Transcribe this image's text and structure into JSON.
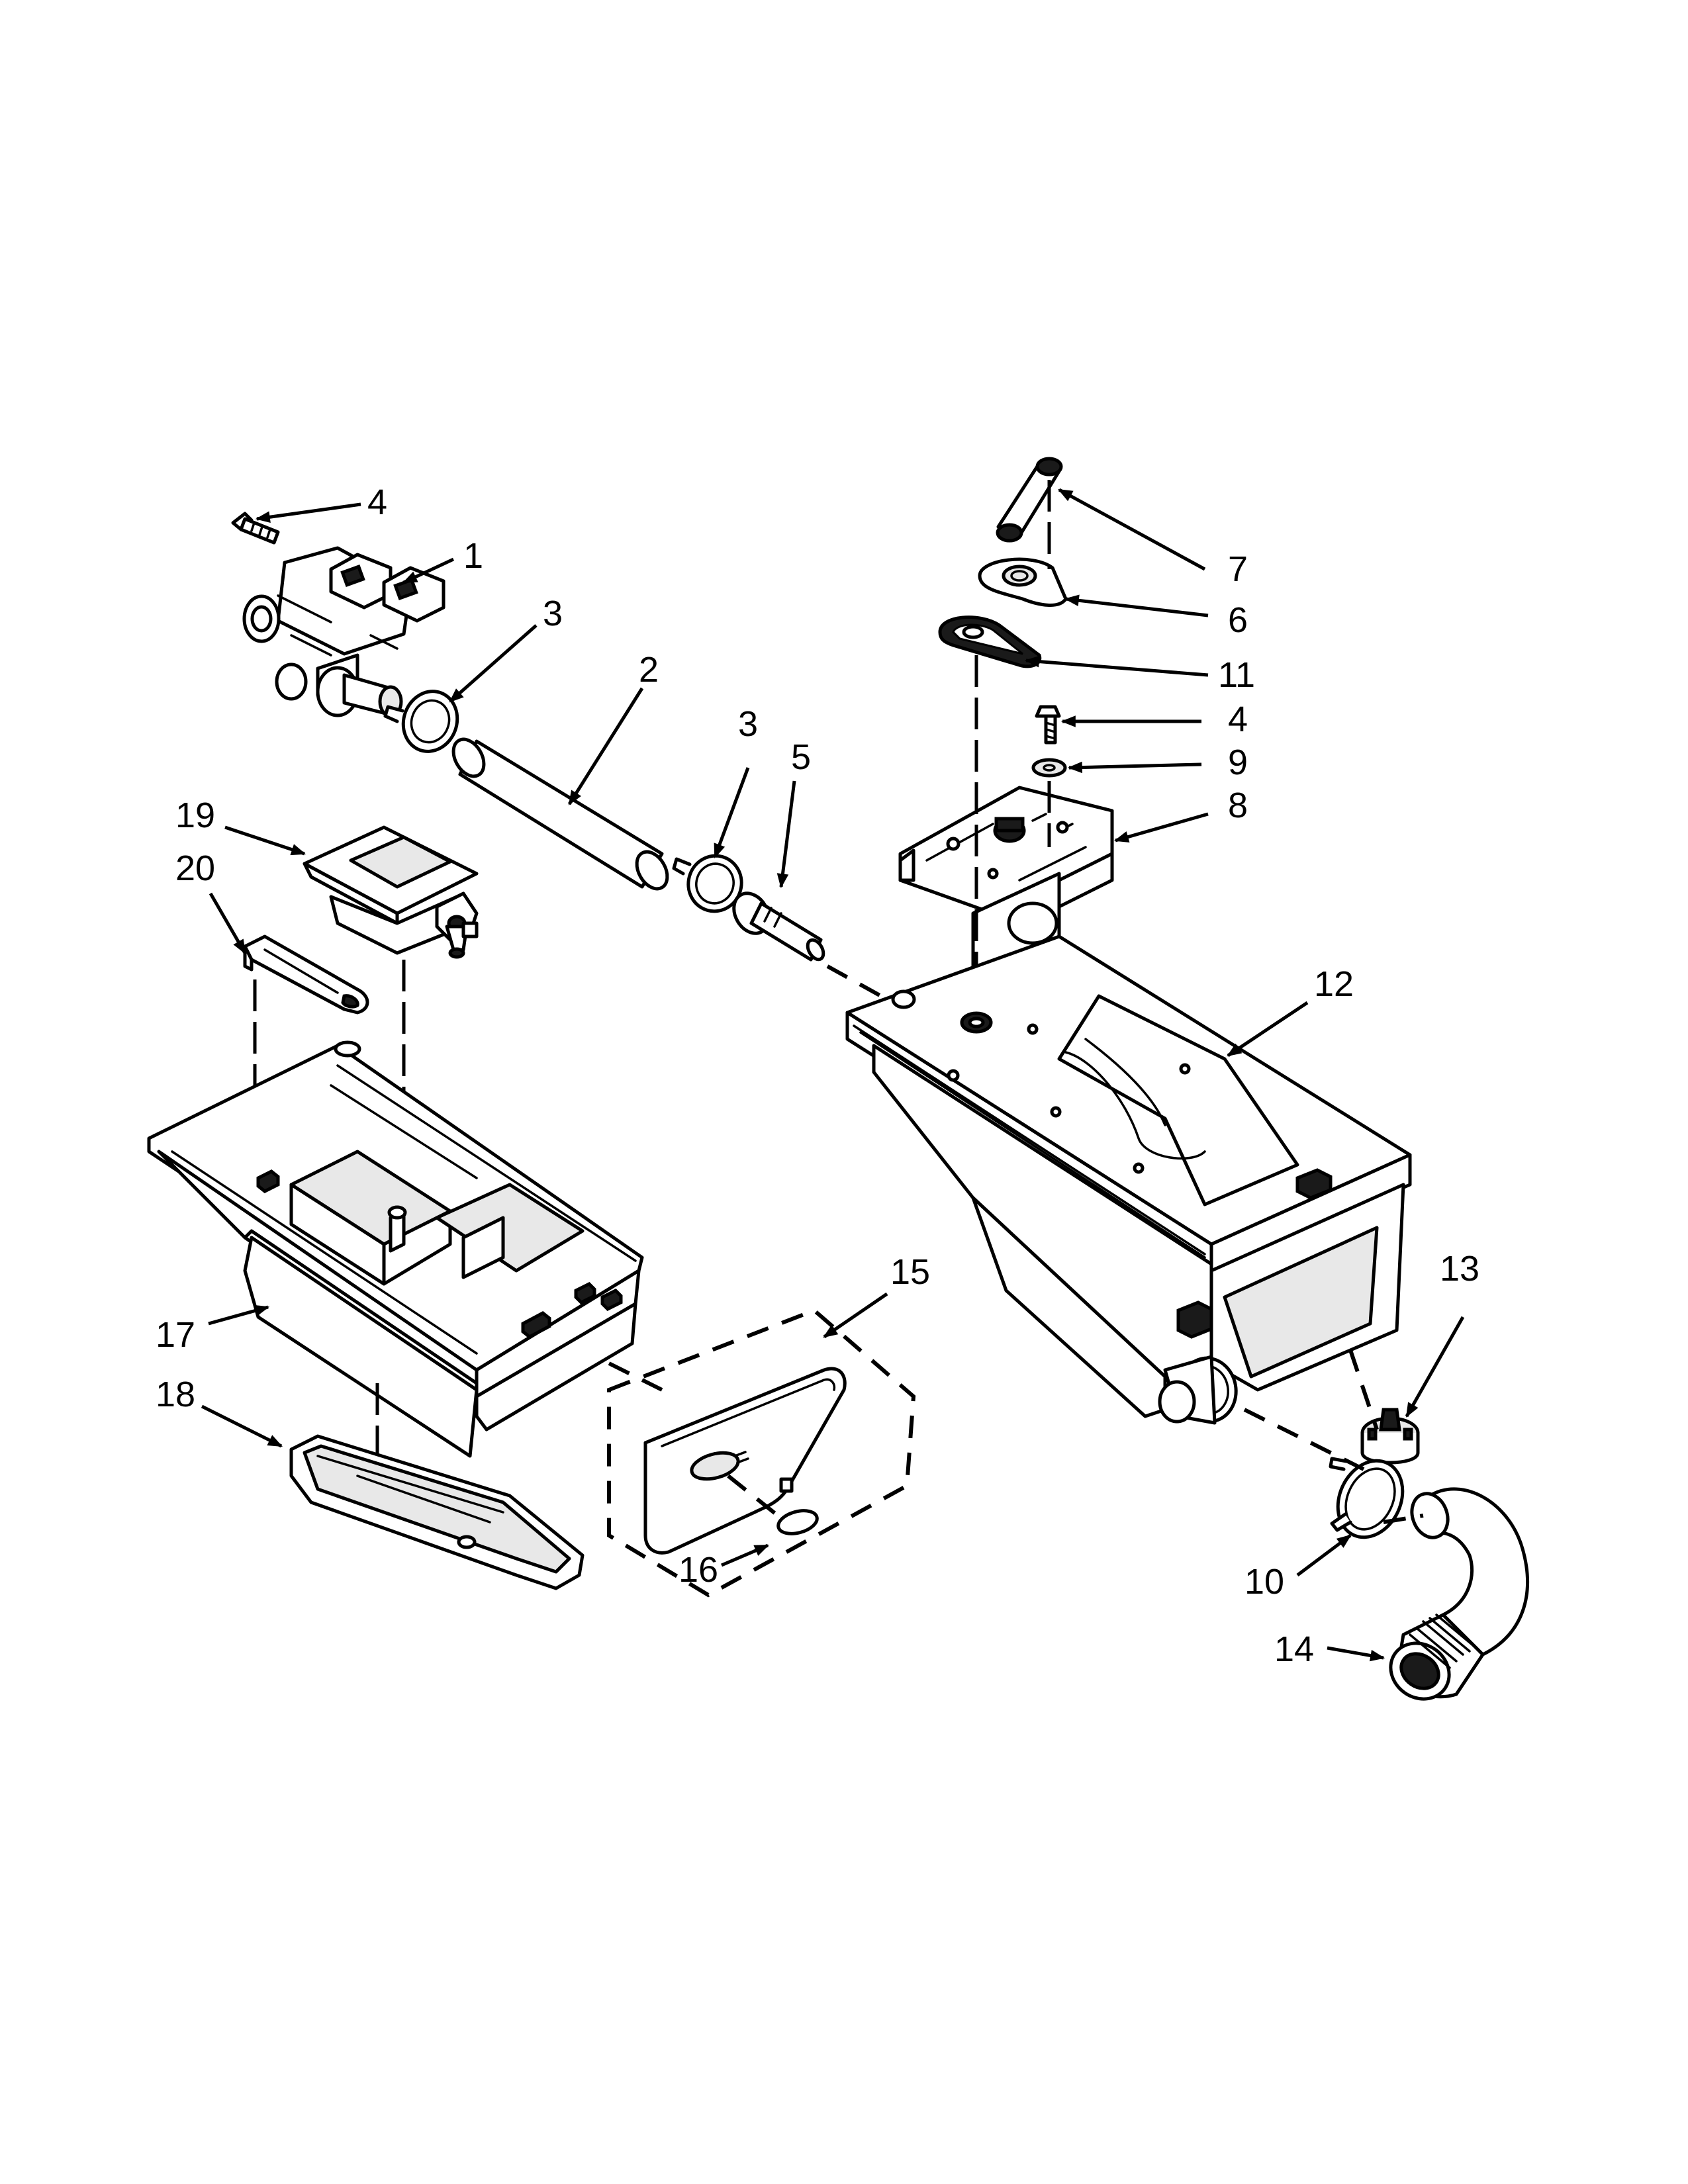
{
  "callouts": [
    {
      "id": "c4a",
      "text": "4"
    },
    {
      "id": "c1",
      "text": "1"
    },
    {
      "id": "c3a",
      "text": "3"
    },
    {
      "id": "c2",
      "text": "2"
    },
    {
      "id": "c3b",
      "text": "3"
    },
    {
      "id": "c5",
      "text": "5"
    },
    {
      "id": "c19",
      "text": "19"
    },
    {
      "id": "c20",
      "text": "20"
    },
    {
      "id": "c7",
      "text": "7"
    },
    {
      "id": "c6",
      "text": "6"
    },
    {
      "id": "c11",
      "text": "11"
    },
    {
      "id": "c4b",
      "text": "4"
    },
    {
      "id": "c9",
      "text": "9"
    },
    {
      "id": "c8",
      "text": "8"
    },
    {
      "id": "c12",
      "text": "12"
    },
    {
      "id": "c13",
      "text": "13"
    },
    {
      "id": "c15",
      "text": "15"
    },
    {
      "id": "c17",
      "text": "17"
    },
    {
      "id": "c18",
      "text": "18"
    },
    {
      "id": "c16",
      "text": "16"
    },
    {
      "id": "c10",
      "text": "10"
    },
    {
      "id": "c14",
      "text": "14"
    }
  ]
}
